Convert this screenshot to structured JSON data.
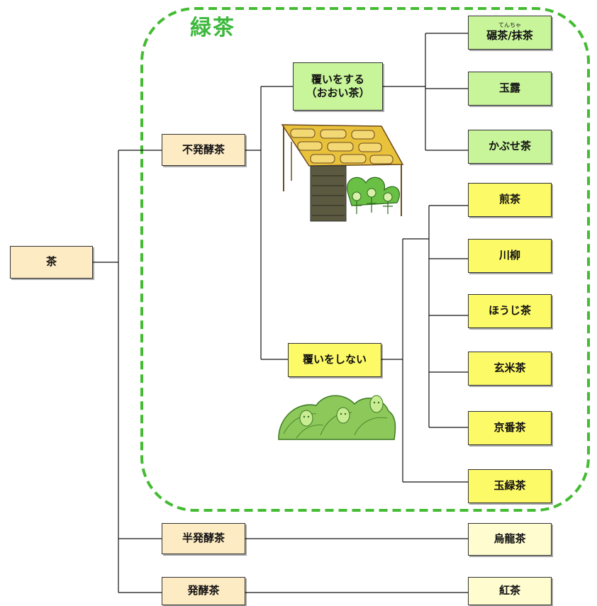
{
  "title": "緑茶",
  "colors": {
    "green_border": "#44bb33",
    "cream_box": "#fdebc4",
    "green_box": "#c8f59a",
    "yellow_box": "#fdfa68",
    "pale_box": "#fffcd0"
  },
  "nodes": {
    "root": "茶",
    "unfermented": "不発酵茶",
    "semi_fermented": "半発酵茶",
    "fermented": "発酵茶",
    "covered_line1": "覆いをする",
    "covered_line2": "（おおい茶）",
    "uncovered": "覆いをしない",
    "tencha_ruby": "てんちゃ",
    "tencha": "碾茶/抹茶",
    "gyokuro": "玉露",
    "kabusecha": "かぶせ茶",
    "sencha": "煎茶",
    "kawayanagi": "川柳",
    "houjicha": "ほうじ茶",
    "genmaicha": "玄米茶",
    "kyobancha": "京番茶",
    "tamaryokucha": "玉緑茶",
    "oolong": "烏龍茶",
    "black_tea": "紅茶"
  },
  "illustrations": [
    "tea-shade-structure-icon",
    "tea-bush-characters-icon"
  ]
}
